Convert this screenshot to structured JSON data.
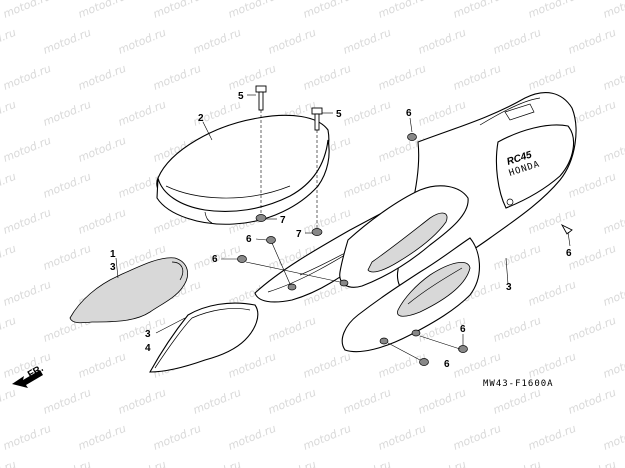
{
  "watermark": "motod.ru",
  "front_arrow_label": "FR.",
  "emblem_text": "RC45",
  "emblem_subtext": "HONDA",
  "figure_code": "MW43-F1600A",
  "callouts": {
    "seat_top_bolt_left": "5",
    "seat_top_bolt_right": "5",
    "seat": "2",
    "seat_nut_left": "7",
    "seat_nut_right": "7",
    "cowl_top_clip": "6",
    "cowl_right_clip": "6",
    "cowl_mid_clip_a": "6",
    "cowl_mid_clip_b": "6",
    "cowl_bottom_clip_a": "6",
    "cowl_bottom_clip_b": "6",
    "rear_cowl": "3",
    "pad_upper_a": "1",
    "pad_upper_b": "3",
    "pad_lower_a": "3",
    "pad_lower_b": "4"
  },
  "colors": {
    "line": "#000000",
    "shade": "#d8d8d8",
    "watermark": "#d9d9d9"
  }
}
